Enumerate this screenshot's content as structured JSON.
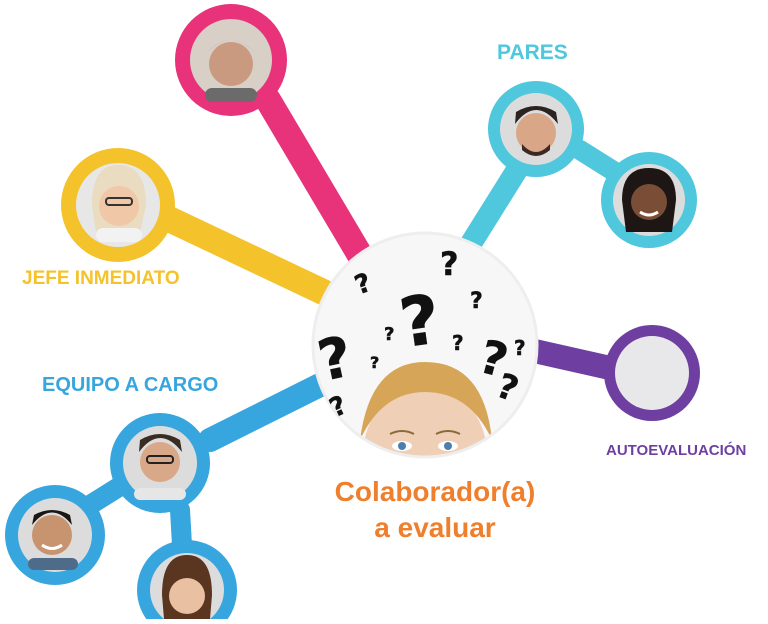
{
  "colors": {
    "superior": "#e8327a",
    "jefe": "#f4c22b",
    "pares": "#4fc7dc",
    "equipo": "#37a6de",
    "autoevaluacion": "#6e3fa1",
    "center_text": "#f07f2d"
  },
  "labels": {
    "pares": "PARES",
    "jefe_inmediato": "JEFE INMEDIATO",
    "equipo_a_cargo": "EQUIPO A CARGO",
    "autoevaluacion": "AUTOEVALUACIÓN",
    "center_line1": "Colaborador(a)",
    "center_line2": "a evaluar"
  },
  "center_symbol": "?"
}
